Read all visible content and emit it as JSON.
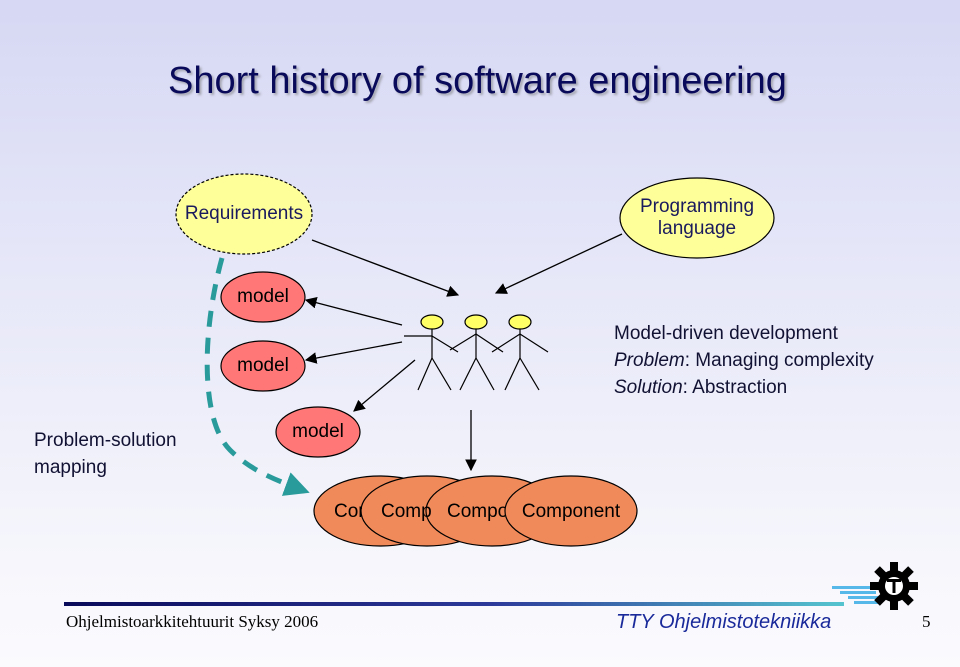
{
  "slide": {
    "title": "Short history of software engineering",
    "requirements": "Requirements",
    "programming_language": "Programming language",
    "models": [
      "model",
      "model",
      "model"
    ],
    "components": [
      "Component",
      "Component",
      "Component",
      "Component"
    ],
    "problem_solution": "Problem-solution mapping",
    "mdd": {
      "heading": "Model-driven development",
      "problem_label": "Problem",
      "problem_text": ": Managing complexity",
      "solution_label": "Solution",
      "solution_text": ": Abstraction"
    },
    "footer": {
      "left": "Ohjelmistoarkkitehtuurit Syksy 2006",
      "right": "TTY Ohjelmistotekniikka",
      "page": "5"
    }
  },
  "colors": {
    "requirements_fill": "#ffff99",
    "model_fill": "#ff7777",
    "component_fill": "#f08a5a",
    "programming_fill": "#ffff99",
    "person_head": "#ffff66",
    "dashed_arc": "#2a9b9b",
    "title": "#0a0a5a"
  },
  "icons": [
    "person-icon",
    "gear-logo-icon"
  ]
}
